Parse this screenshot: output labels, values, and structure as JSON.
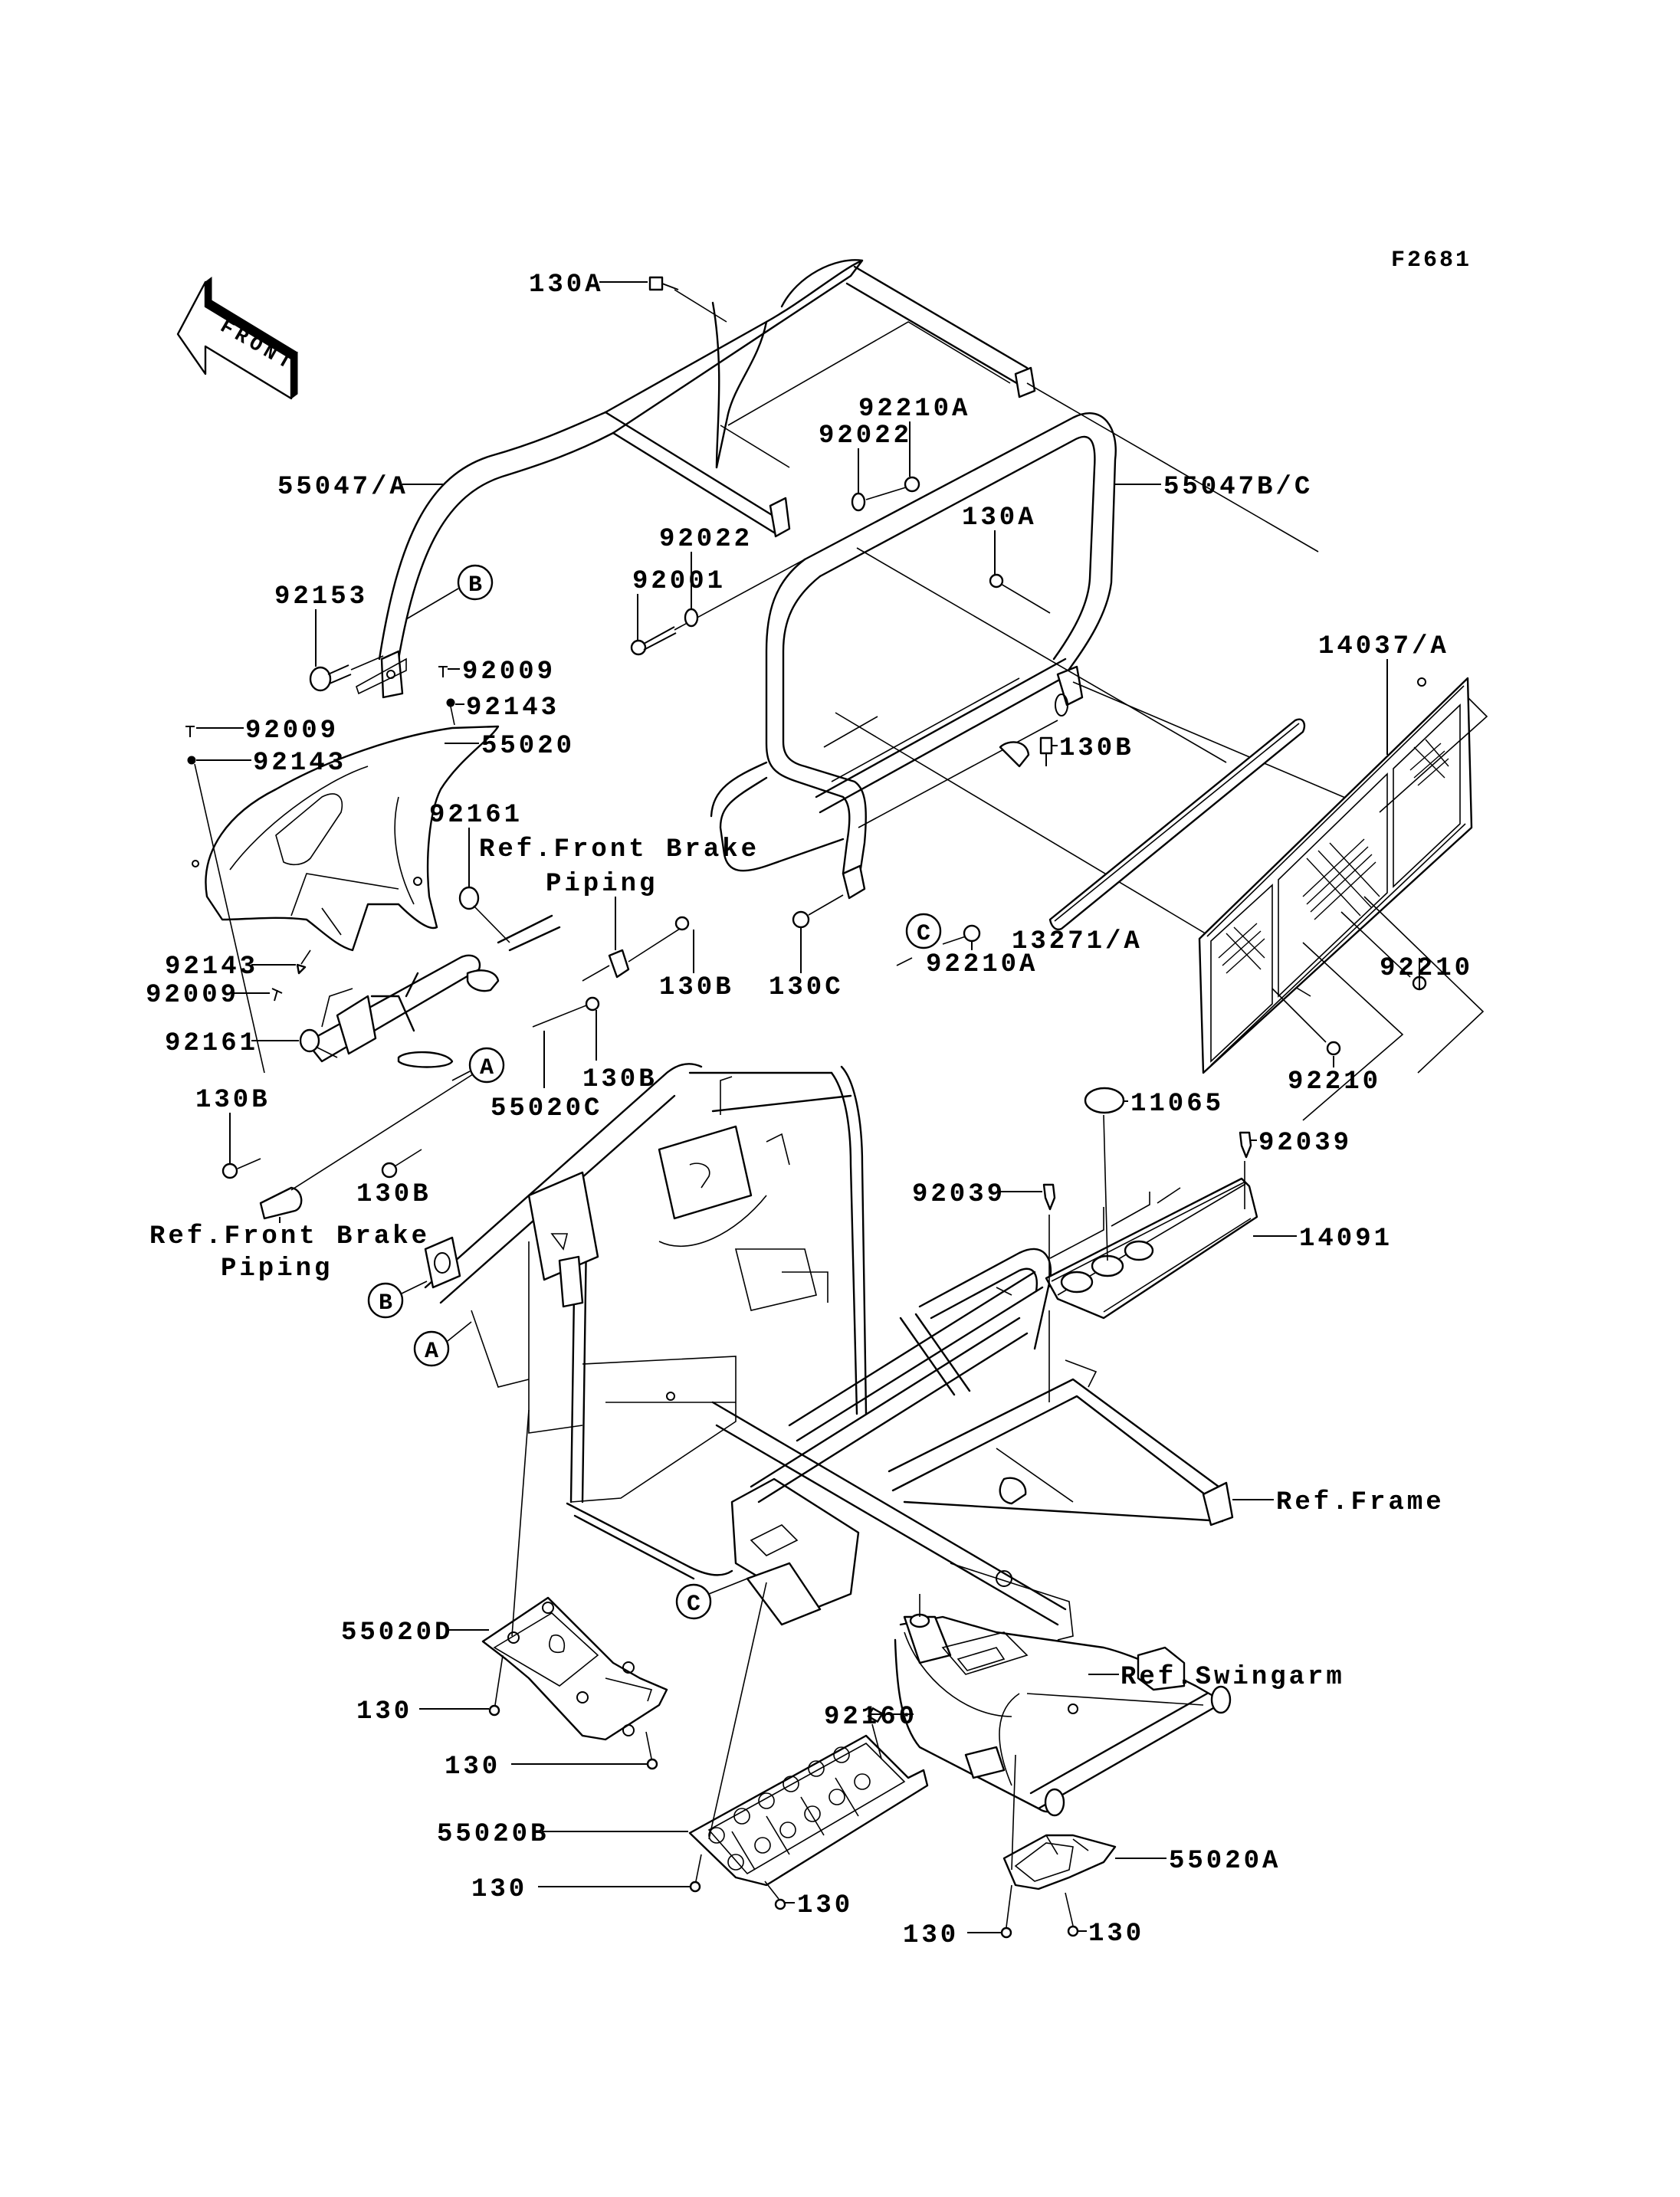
{
  "diagram": {
    "figure_code": "F2681",
    "front_arrow_label": "FRONT",
    "colors": {
      "ink": "#000000",
      "paper": "#ffffff"
    },
    "callouts": {
      "c130A_top": "130A",
      "c55047A": "55047/A",
      "c92153": "92153",
      "c92001": "92001",
      "c92022_left": "92022",
      "c92022_upper": "92022",
      "c92210A_upper": "92210A",
      "c130A_right": "130A",
      "c55047BC": "55047B/C",
      "c14037A": "14037/A",
      "c92009_top": "92009",
      "c92143_top": "92143",
      "c55020": "55020",
      "c92009_left": "92009",
      "c92143_left": "92143",
      "c92161_top": "92161",
      "ref_brake_top_1": "Ref.Front Brake",
      "ref_brake_top_2": "Piping",
      "c130B_upper": "130B",
      "c92210A_lower": "92210A",
      "c130C": "130C",
      "c13271A": "13271/A",
      "c92210_right": "92210",
      "c92210_lower": "92210",
      "c130B_mid": "130B",
      "c92143_low": "92143",
      "c92009_low": "92009",
      "c92161_low": "92161",
      "c130B_low_right": "130B",
      "c55020C": "55020C",
      "c130B_far_left": "130B",
      "c130B_below": "130B",
      "ref_brake_bot_1": "Ref.Front Brake",
      "ref_brake_bot_2": "Piping",
      "c11065": "11065",
      "c92039_right": "92039",
      "c92039_left": "92039",
      "c14091": "14091",
      "ref_frame": "Ref.Frame",
      "c55020D": "55020D",
      "c130_d1": "130",
      "c130_d2": "130",
      "c92160": "92160",
      "ref_swingarm": "Ref.Swingarm",
      "c55020B": "55020B",
      "c130_b1": "130",
      "c130_b2": "130",
      "c55020A": "55020A",
      "c130_a1": "130",
      "c130_a2": "130"
    },
    "reference_markers": {
      "B_top": "B",
      "A_top": "A",
      "C_top": "C",
      "B_frame": "B",
      "A_frame": "A",
      "C_frame": "C"
    }
  }
}
